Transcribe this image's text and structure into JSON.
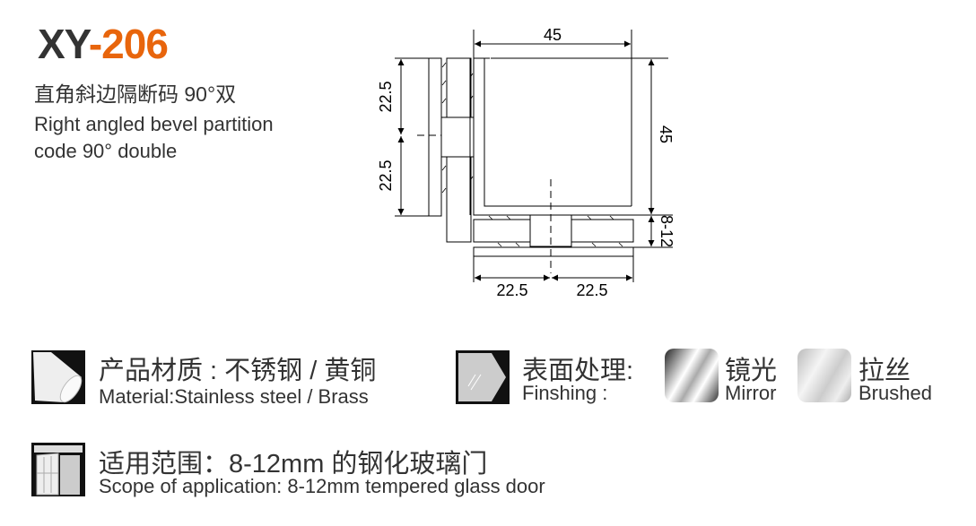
{
  "product": {
    "model_prefix": "XY",
    "model_number": "-206",
    "name_cn": "直角斜边隔断码 90°双",
    "name_en_line1": "Right angled bevel partition",
    "name_en_line2": "code 90° double"
  },
  "drawing": {
    "top_width": "45",
    "right_height": "45",
    "left_upper": "22.5",
    "left_lower": "22.5",
    "glass_thickness": "8-12",
    "bottom_left": "22.5",
    "bottom_right": "22.5"
  },
  "material": {
    "label_cn": "产品材质 : 不锈钢 / 黄铜",
    "label_en": "Material:Stainless steel / Brass"
  },
  "finishing": {
    "label_cn": "表面处理:",
    "label_en": "Finshing :",
    "options": [
      {
        "cn": "镜光",
        "en": "Mirror"
      },
      {
        "cn": "拉丝",
        "en": "Brushed"
      }
    ]
  },
  "scope": {
    "label_cn": "适用范围：8-12mm 的钢化玻璃门",
    "label_en": "Scope of application: 8-12mm tempered glass door"
  },
  "colors": {
    "accent": "#e8650c",
    "text": "#333333"
  }
}
